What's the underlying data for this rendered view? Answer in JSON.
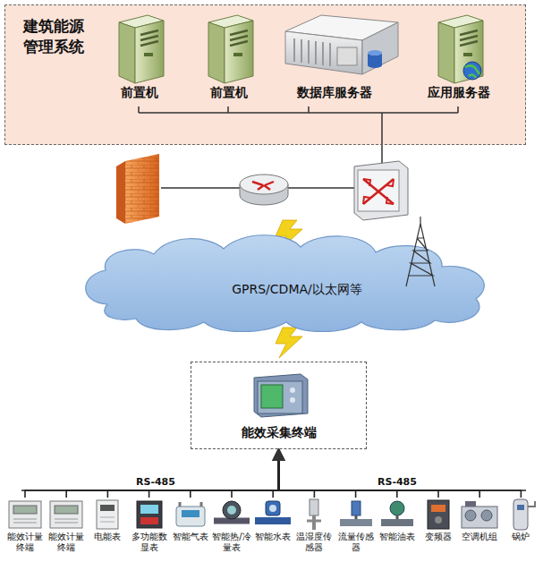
{
  "diagram": {
    "nodes": [
      {
        "text": [
          "建筑能源管理系统"
        ]
      },
      {
        "text": [
          "前置机"
        ],
        "in": 0
      },
      {
        "text": [
          "前置机"
        ],
        "in": 0
      },
      {
        "text": [
          "数据库服务器"
        ],
        "in": 0
      },
      {
        "text": [
          "应用服务器"
        ],
        "in": 0
      },
      {
        "text": [
          "GPRS/CDMA/以太网等"
        ]
      },
      {
        "text": [
          "能效采集终端"
        ]
      },
      {
        "text": [
          "能效计量终端"
        ]
      },
      {
        "text": [
          "能效计量终端"
        ]
      },
      {
        "text": [
          "电能表"
        ]
      },
      {
        "text": [
          "多功能数显表"
        ]
      },
      {
        "text": [
          "智能气表"
        ]
      },
      {
        "text": [
          "智能热/冷量表"
        ]
      },
      {
        "text": [
          "智能水表"
        ]
      },
      {
        "text": [
          "温湿度传感器"
        ]
      },
      {
        "text": [
          "流量传感器"
        ]
      },
      {
        "text": [
          "智能油表"
        ]
      },
      {
        "text": [
          "变频器"
        ]
      },
      {
        "text": [
          "空调机组"
        ]
      },
      {
        "text": [
          "锅炉"
        ]
      }
    ],
    "edges": [
      {
        "from": 7,
        "to": 6,
        "arrow": "to"
      },
      {
        "from": 8,
        "to": 6,
        "arrow": "to"
      },
      {
        "from": 9,
        "to": 6,
        "arrow": "to"
      },
      {
        "from": 10,
        "to": 6,
        "arrow": "to"
      },
      {
        "from": 11,
        "to": 6,
        "arrow": "to"
      },
      {
        "from": 12,
        "to": 6,
        "arrow": "to"
      },
      {
        "from": 13,
        "to": 6,
        "arrow": "to"
      },
      {
        "from": 14,
        "to": 6,
        "arrow": "to"
      },
      {
        "from": 15,
        "to": 6,
        "arrow": "to"
      },
      {
        "from": 16,
        "to": 6,
        "arrow": "to"
      },
      {
        "from": 17,
        "to": 6,
        "arrow": "to"
      },
      {
        "from": 18,
        "to": 6,
        "arrow": "to"
      },
      {
        "from": 19,
        "to": 6,
        "arrow": "to"
      }
    ],
    "labels": [
      "RS-485",
      "RS-485"
    ]
  }
}
